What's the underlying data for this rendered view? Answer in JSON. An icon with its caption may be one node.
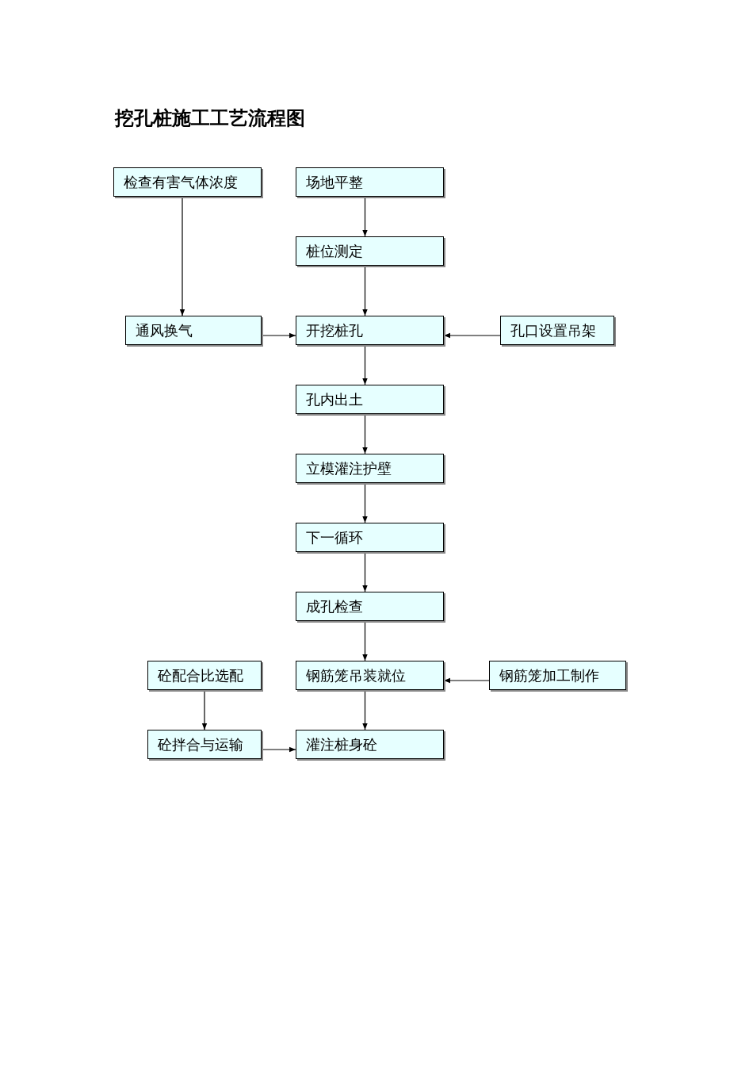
{
  "diagram": {
    "title": "挖孔桩施工工艺流程图",
    "nodes": [
      {
        "text": [
          "检查有害气体浓度"
        ]
      },
      {
        "text": [
          "场地平整"
        ]
      },
      {
        "text": [
          "桩位测定"
        ]
      },
      {
        "text": [
          "通风换气"
        ]
      },
      {
        "text": [
          "开挖桩孔"
        ]
      },
      {
        "text": [
          "孔口设置吊架"
        ]
      },
      {
        "text": [
          "孔内出土"
        ]
      },
      {
        "text": [
          "立模灌注护壁"
        ]
      },
      {
        "text": [
          "下一循环"
        ]
      },
      {
        "text": [
          "成孔检查"
        ]
      },
      {
        "text": [
          "砼配合比选配"
        ]
      },
      {
        "text": [
          "钢筋笼吊装就位"
        ]
      },
      {
        "text": [
          "钢筋笼加工制作"
        ]
      },
      {
        "text": [
          "砼拌合与运输"
        ]
      },
      {
        "text": [
          "灌注桩身砼"
        ]
      }
    ],
    "edges": [
      {
        "from": 0,
        "to": 3,
        "arrow": "to"
      },
      {
        "from": 1,
        "to": 2,
        "arrow": "to"
      },
      {
        "from": 2,
        "to": 4,
        "arrow": "to"
      },
      {
        "from": 3,
        "to": 4,
        "arrow": "to"
      },
      {
        "from": 5,
        "to": 4,
        "arrow": "to"
      },
      {
        "from": 4,
        "to": 6,
        "arrow": "to"
      },
      {
        "from": 6,
        "to": 7,
        "arrow": "to"
      },
      {
        "from": 7,
        "to": 8,
        "arrow": "to"
      },
      {
        "from": 8,
        "to": 9,
        "arrow": "to"
      },
      {
        "from": 9,
        "to": 11,
        "arrow": "to"
      },
      {
        "from": 12,
        "to": 11,
        "arrow": "to"
      },
      {
        "from": 10,
        "to": 13,
        "arrow": "to"
      },
      {
        "from": 13,
        "to": 14,
        "arrow": "to"
      },
      {
        "from": 11,
        "to": 14,
        "arrow": "to"
      }
    ]
  }
}
